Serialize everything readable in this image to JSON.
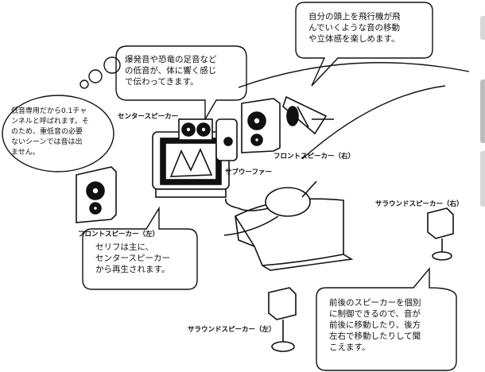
{
  "callouts": {
    "airplane": "自分の頭上を飛行機が飛\nんでいくような音の移動\nや立体感を楽しめます。",
    "bass": "爆発音や恐竜の足音など\nの低音が、体に響く感じ\nで伝わってきます。",
    "subwoofer_channel": "低音専用だから0.1チャ\nンネルと呼ばれます。そ\nのため、重低音の必要\nないシーンでは音は出\nません。",
    "dialogue": "セリフは主に、\nセンタースピーカー\nから再生されます。",
    "surround": "前後のスピーカーを個別\nに制御できるので、音が\n前後に移動したり、後方\n左右で移動したりして聞\nこえます。"
  },
  "labels": {
    "center_speaker": "センタースピーカー",
    "front_right": "フロントスピーカー（右）",
    "subwoofer": "サブウーファー",
    "front_left": "フロントスピーカー（左）",
    "surround_right": "サラウンドスピーカー（右）",
    "surround_left": "サラウンドスピーカー（左）"
  }
}
